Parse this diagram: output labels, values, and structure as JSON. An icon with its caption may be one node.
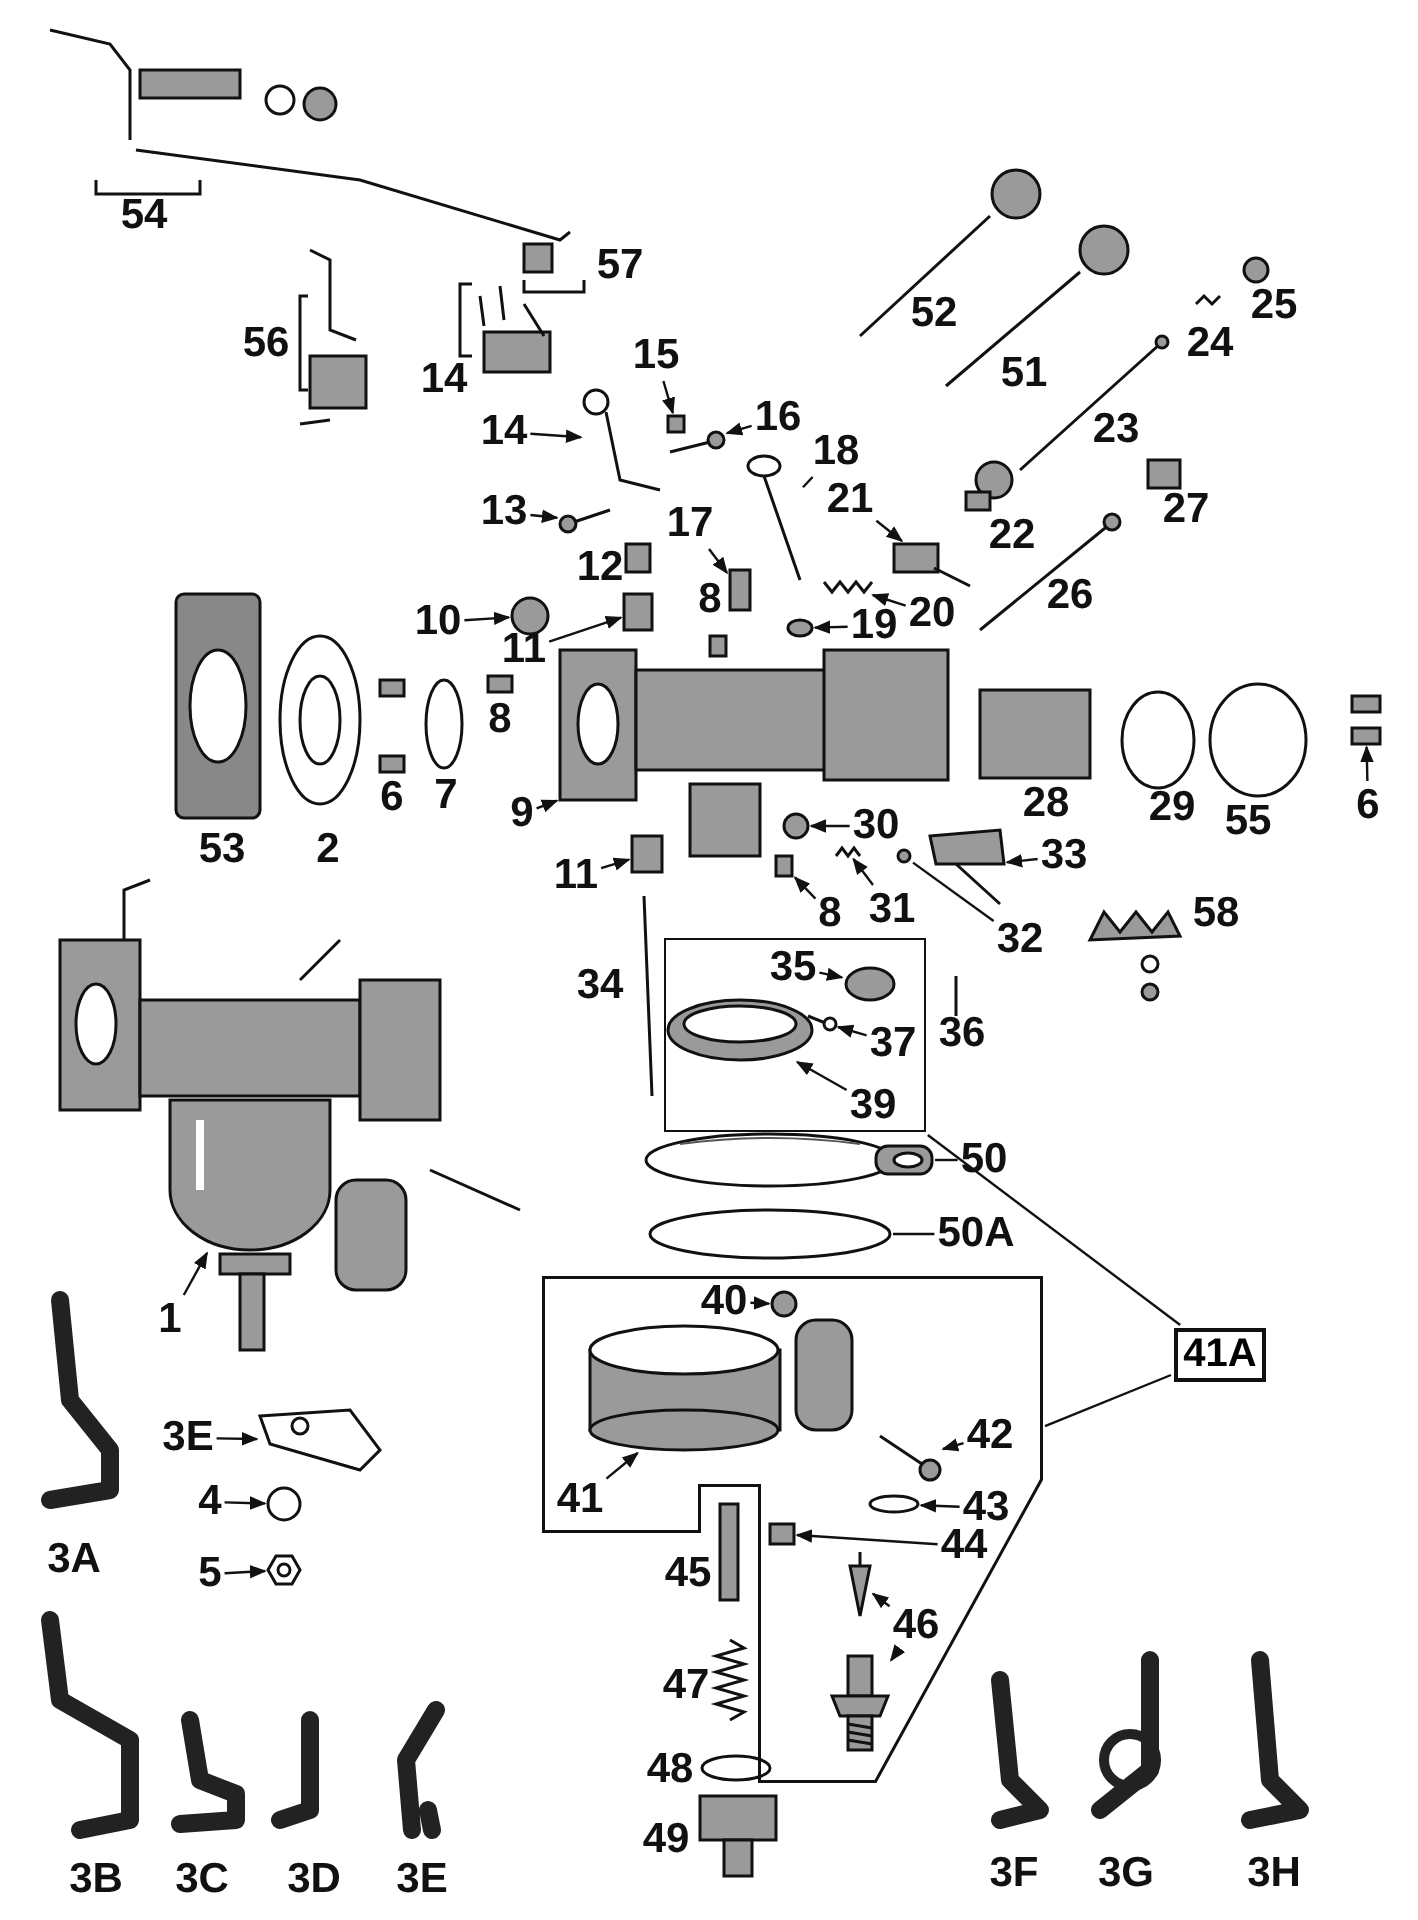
{
  "diagram": {
    "nodes": [
      {
        "text": [
          "15"
        ]
      },
      {
        "text": [
          "16"
        ]
      },
      {
        "text": [
          "14"
        ]
      },
      {
        "text": [
          "18"
        ]
      },
      {
        "text": [
          "13"
        ]
      },
      {
        "text": [
          "21"
        ]
      },
      {
        "text": [
          "17"
        ]
      },
      {
        "text": [
          "20"
        ]
      },
      {
        "text": [
          "19"
        ]
      },
      {
        "text": [
          "10"
        ]
      },
      {
        "text": [
          "11"
        ]
      },
      {
        "text": [
          "9"
        ]
      },
      {
        "text": [
          "30"
        ]
      },
      {
        "text": [
          "6"
        ]
      },
      {
        "text": [
          "11"
        ]
      },
      {
        "text": [
          "33"
        ]
      },
      {
        "text": [
          "31"
        ]
      },
      {
        "text": [
          "8"
        ]
      },
      {
        "text": [
          "32"
        ]
      },
      {
        "text": [],
        "shape": "box"
      },
      {
        "text": [
          "35"
        ],
        "in": 19
      },
      {
        "text": [
          "37"
        ],
        "in": 19
      },
      {
        "text": [
          "39"
        ],
        "in": 19
      },
      {
        "text": [
          "50"
        ]
      },
      {
        "text": [
          "50A"
        ]
      },
      {
        "text": [],
        "shape": "box"
      },
      {
        "text": [
          "40"
        ],
        "in": 25
      },
      {
        "text": [
          "41A"
        ]
      },
      {
        "text": [
          "1"
        ]
      },
      {
        "text": [
          "3E"
        ]
      },
      {
        "text": [
          "41"
        ],
        "in": 25
      },
      {
        "text": [
          "42"
        ],
        "in": 25
      },
      {
        "text": [
          "4"
        ]
      },
      {
        "text": [
          "43"
        ],
        "in": 25
      },
      {
        "text": [
          "44"
        ],
        "in": 25
      },
      {
        "text": [
          "5"
        ]
      },
      {
        "text": [
          "46"
        ],
        "in": 25
      },
      {
        "text": [],
        "shape": "box"
      },
      {
        "text": [],
        "shape": "picture"
      },
      {
        "text": [],
        "shape": "picture"
      },
      {
        "text": [],
        "shape": "picture"
      },
      {
        "text": [],
        "shape": "picture"
      },
      {
        "text": [],
        "shape": "picture"
      },
      {
        "text": [],
        "shape": "box"
      },
      {
        "text": [],
        "shape": "picture"
      },
      {
        "text": [],
        "shape": "circle"
      },
      {
        "text": [],
        "shape": "circle"
      },
      {
        "text": [],
        "shape": "box"
      },
      {
        "text": [],
        "shape": "picture"
      },
      {
        "text": [],
        "shape": "circle"
      },
      {
        "text": [],
        "shape": "picture"
      },
      {
        "text": [],
        "shape": "box"
      },
      {
        "text": [],
        "shape": "picture"
      },
      {
        "text": [],
        "shape": "picture"
      },
      {
        "text": [],
        "shape": "box"
      },
      {
        "text": [],
        "shape": "circle"
      },
      {
        "text": [],
        "shape": "circle",
        "in": 19
      },
      {
        "text": [],
        "shape": "picture",
        "in": 19
      },
      {
        "text": [],
        "shape": "picture",
        "in": 19
      },
      {
        "text": [],
        "shape": "picture"
      },
      {
        "text": [],
        "shape": "circle"
      },
      {
        "text": [],
        "shape": "circle",
        "in": 25
      },
      {
        "text": [],
        "shape": "picture"
      },
      {
        "text": [],
        "shape": "picture"
      },
      {
        "text": [],
        "shape": "picture",
        "in": 25
      },
      {
        "text": [],
        "shape": "picture",
        "in": 25
      },
      {
        "text": [],
        "shape": "circle"
      },
      {
        "text": [],
        "shape": "circle",
        "in": 25
      },
      {
        "text": [],
        "shape": "box",
        "in": 25
      },
      {
        "text": [],
        "shape": "picture"
      },
      {
        "text": [],
        "shape": "picture",
        "in": 25
      },
      {
        "text": [],
        "shape": "picture",
        "in": 25
      }
    ],
    "edges": [
      {
        "from": 0,
        "to": 37,
        "arrow": "to"
      },
      {
        "from": 1,
        "to": 38,
        "arrow": "to"
      },
      {
        "from": 2,
        "to": 39,
        "arrow": "to"
      },
      {
        "from": 3,
        "to": 40,
        "arrow": "none"
      },
      {
        "from": 4,
        "to": 41,
        "arrow": "to"
      },
      {
        "from": 5,
        "to": 42,
        "arrow": "to"
      },
      {
        "from": 6,
        "to": 43,
        "arrow": "to"
      },
      {
        "from": 7,
        "to": 44,
        "arrow": "to"
      },
      {
        "from": 8,
        "to": 45,
        "arrow": "to"
      },
      {
        "from": 9,
        "to": 46,
        "arrow": "to"
      },
      {
        "from": 10,
        "to": 47,
        "arrow": "to"
      },
      {
        "from": 11,
        "to": 48,
        "arrow": "to"
      },
      {
        "from": 12,
        "to": 49,
        "arrow": "to"
      },
      {
        "from": 13,
        "to": 50,
        "arrow": "to"
      },
      {
        "from": 14,
        "to": 51,
        "arrow": "to"
      },
      {
        "from": 15,
        "to": 52,
        "arrow": "to"
      },
      {
        "from": 16,
        "to": 53,
        "arrow": "to"
      },
      {
        "from": 17,
        "to": 54,
        "arrow": "to"
      },
      {
        "from": 18,
        "to": 55,
        "arrow": "none"
      },
      {
        "from": 20,
        "to": 56,
        "arrow": "to"
      },
      {
        "from": 21,
        "to": 57,
        "arrow": "to"
      },
      {
        "from": 22,
        "to": 58,
        "arrow": "to"
      },
      {
        "from": 23,
        "to": 59,
        "arrow": "none"
      },
      {
        "from": 24,
        "to": 60,
        "arrow": "none"
      },
      {
        "from": 26,
        "to": 61,
        "arrow": "to"
      },
      {
        "from": 27,
        "to": 19,
        "arrow": "none"
      },
      {
        "from": 27,
        "to": 25,
        "arrow": "none"
      },
      {
        "from": 28,
        "to": 62,
        "arrow": "to"
      },
      {
        "from": 29,
        "to": 63,
        "arrow": "to"
      },
      {
        "from": 30,
        "to": 64,
        "arrow": "to"
      },
      {
        "from": 31,
        "to": 65,
        "arrow": "to"
      },
      {
        "from": 32,
        "to": 66,
        "arrow": "to"
      },
      {
        "from": 33,
        "to": 67,
        "arrow": "to"
      },
      {
        "from": 34,
        "to": 68,
        "arrow": "to"
      },
      {
        "from": 35,
        "to": 69,
        "arrow": "to"
      },
      {
        "from": 36,
        "to": 70,
        "arrow": "to"
      },
      {
        "from": 36,
        "to": 71,
        "arrow": "to"
      }
    ],
    "labels": [
      "54",
      "57",
      "56",
      "14",
      "52",
      "25",
      "51",
      "24",
      "23",
      "22",
      "27",
      "26",
      "12",
      "8",
      "8",
      "6",
      "7",
      "53",
      "2",
      "28",
      "29",
      "55",
      "58",
      "34",
      "36",
      "3A",
      "45",
      "47",
      "48",
      "49",
      "3B",
      "3C",
      "3D",
      "3E",
      "3F",
      "3G",
      "3H"
    ]
  }
}
